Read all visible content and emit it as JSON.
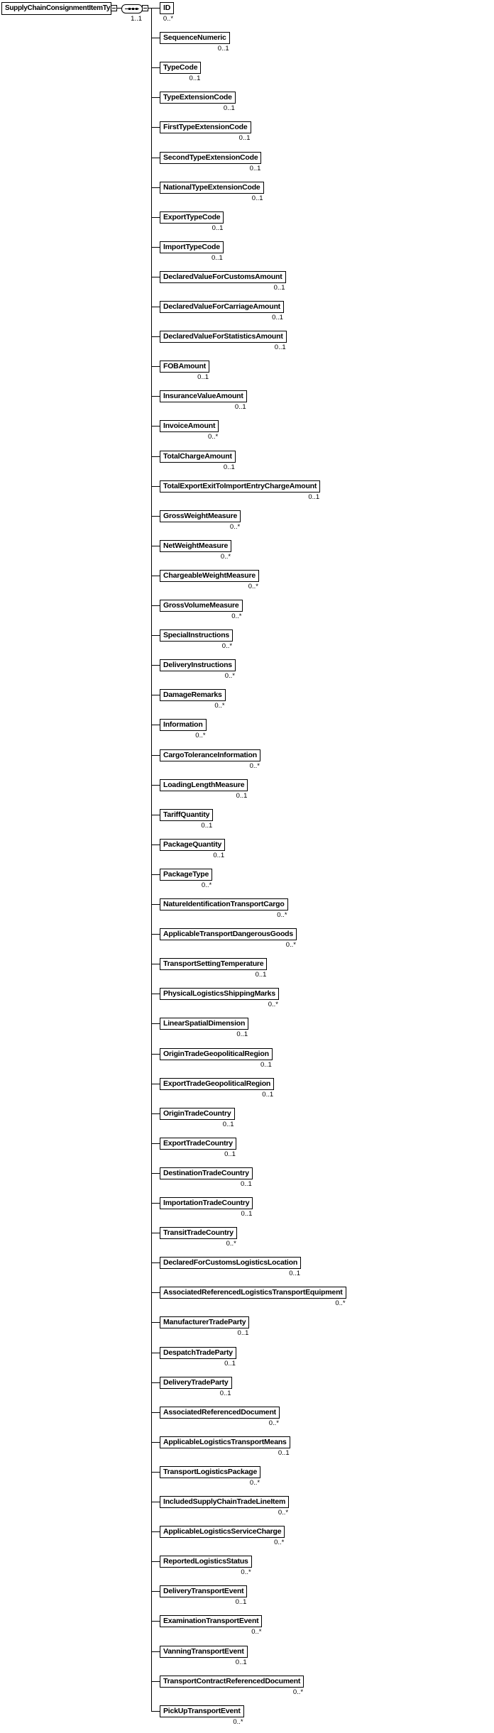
{
  "root": {
    "name": "SupplyChainConsignmentItemType"
  },
  "compositor": {
    "type": "sequence",
    "cardinality": "1..1"
  },
  "colors": {
    "line": "#000000",
    "box_border": "#000000",
    "box_background": "#ffffff",
    "text": "#000000",
    "page_background": "#ffffff"
  },
  "icons": {
    "sequence": "sequence-compositor-icon",
    "expand": "expand-handle-icon"
  },
  "elements": [
    {
      "name": "ID",
      "cardinality": "0..*"
    },
    {
      "name": "SequenceNumeric",
      "cardinality": "0..1"
    },
    {
      "name": "TypeCode",
      "cardinality": "0..1"
    },
    {
      "name": "TypeExtensionCode",
      "cardinality": "0..1"
    },
    {
      "name": "FirstTypeExtensionCode",
      "cardinality": "0..1"
    },
    {
      "name": "SecondTypeExtensionCode",
      "cardinality": "0..1"
    },
    {
      "name": "NationalTypeExtensionCode",
      "cardinality": "0..1"
    },
    {
      "name": "ExportTypeCode",
      "cardinality": "0..1"
    },
    {
      "name": "ImportTypeCode",
      "cardinality": "0..1"
    },
    {
      "name": "DeclaredValueForCustomsAmount",
      "cardinality": "0..1"
    },
    {
      "name": "DeclaredValueForCarriageAmount",
      "cardinality": "0..1"
    },
    {
      "name": "DeclaredValueForStatisticsAmount",
      "cardinality": "0..1"
    },
    {
      "name": "FOBAmount",
      "cardinality": "0..1"
    },
    {
      "name": "InsuranceValueAmount",
      "cardinality": "0..1"
    },
    {
      "name": "InvoiceAmount",
      "cardinality": "0..*"
    },
    {
      "name": "TotalChargeAmount",
      "cardinality": "0..1"
    },
    {
      "name": "TotalExportExitToImportEntryChargeAmount",
      "cardinality": "0..1"
    },
    {
      "name": "GrossWeightMeasure",
      "cardinality": "0..*"
    },
    {
      "name": "NetWeightMeasure",
      "cardinality": "0..*"
    },
    {
      "name": "ChargeableWeightMeasure",
      "cardinality": "0..*"
    },
    {
      "name": "GrossVolumeMeasure",
      "cardinality": "0..*"
    },
    {
      "name": "SpecialInstructions",
      "cardinality": "0..*"
    },
    {
      "name": "DeliveryInstructions",
      "cardinality": "0..*"
    },
    {
      "name": "DamageRemarks",
      "cardinality": "0..*"
    },
    {
      "name": "Information",
      "cardinality": "0..*"
    },
    {
      "name": "CargoToleranceInformation",
      "cardinality": "0..*"
    },
    {
      "name": "LoadingLengthMeasure",
      "cardinality": "0..1"
    },
    {
      "name": "TariffQuantity",
      "cardinality": "0..1"
    },
    {
      "name": "PackageQuantity",
      "cardinality": "0..1"
    },
    {
      "name": "PackageType",
      "cardinality": "0..*"
    },
    {
      "name": "NatureIdentificationTransportCargo",
      "cardinality": "0..*"
    },
    {
      "name": "ApplicableTransportDangerousGoods",
      "cardinality": "0..*"
    },
    {
      "name": "TransportSettingTemperature",
      "cardinality": "0..1"
    },
    {
      "name": "PhysicalLogisticsShippingMarks",
      "cardinality": "0..*"
    },
    {
      "name": "LinearSpatialDimension",
      "cardinality": "0..1"
    },
    {
      "name": "OriginTradeGeopoliticalRegion",
      "cardinality": "0..1"
    },
    {
      "name": "ExportTradeGeopoliticalRegion",
      "cardinality": "0..1"
    },
    {
      "name": "OriginTradeCountry",
      "cardinality": "0..1"
    },
    {
      "name": "ExportTradeCountry",
      "cardinality": "0..1"
    },
    {
      "name": "DestinationTradeCountry",
      "cardinality": "0..1"
    },
    {
      "name": "ImportationTradeCountry",
      "cardinality": "0..1"
    },
    {
      "name": "TransitTradeCountry",
      "cardinality": "0..*"
    },
    {
      "name": "DeclaredForCustomsLogisticsLocation",
      "cardinality": "0..1"
    },
    {
      "name": "AssociatedReferencedLogisticsTransportEquipment",
      "cardinality": "0..*"
    },
    {
      "name": "ManufacturerTradeParty",
      "cardinality": "0..1"
    },
    {
      "name": "DespatchTradeParty",
      "cardinality": "0..1"
    },
    {
      "name": "DeliveryTradeParty",
      "cardinality": "0..1"
    },
    {
      "name": "AssociatedReferencedDocument",
      "cardinality": "0..*"
    },
    {
      "name": "ApplicableLogisticsTransportMeans",
      "cardinality": "0..1"
    },
    {
      "name": "TransportLogisticsPackage",
      "cardinality": "0..*"
    },
    {
      "name": "IncludedSupplyChainTradeLineItem",
      "cardinality": "0..*"
    },
    {
      "name": "ApplicableLogisticsServiceCharge",
      "cardinality": "0..*"
    },
    {
      "name": "ReportedLogisticsStatus",
      "cardinality": "0..*"
    },
    {
      "name": "DeliveryTransportEvent",
      "cardinality": "0..1"
    },
    {
      "name": "ExaminationTransportEvent",
      "cardinality": "0..*"
    },
    {
      "name": "VanningTransportEvent",
      "cardinality": "0..1"
    },
    {
      "name": "TransportContractReferencedDocument",
      "cardinality": "0..*"
    },
    {
      "name": "PickUpTransportEvent",
      "cardinality": "0..*"
    }
  ]
}
